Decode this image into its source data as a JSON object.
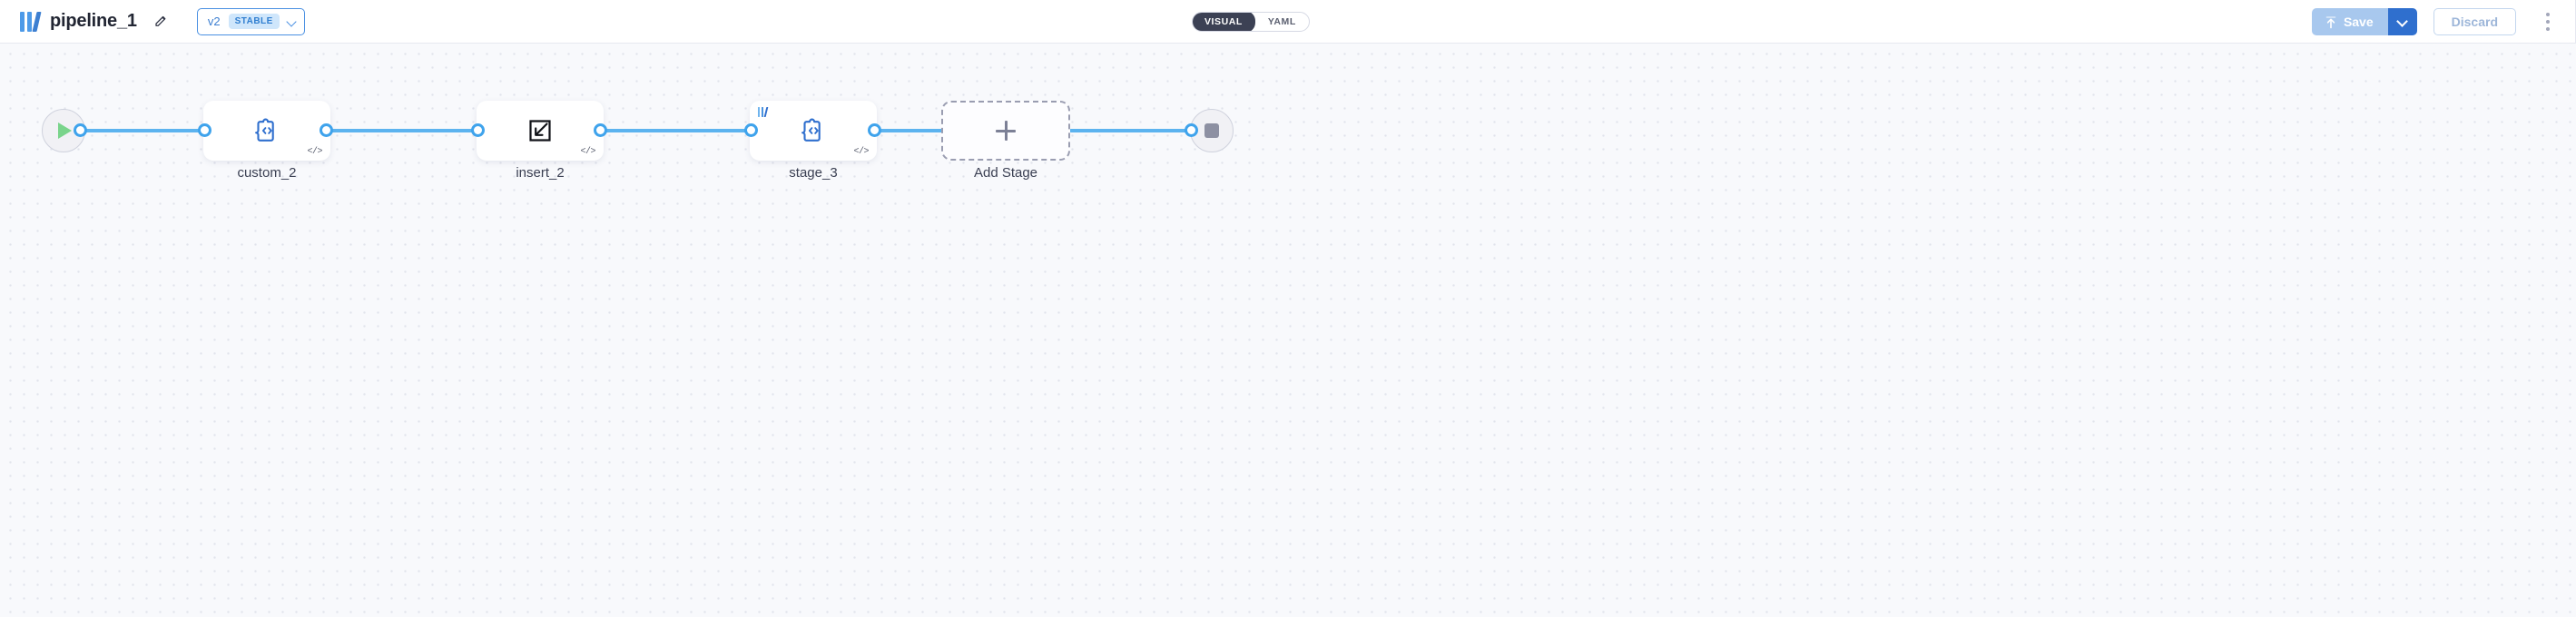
{
  "header": {
    "logo_icon": "pipeline-bars-logo",
    "title": "pipeline_1",
    "edit_icon": "pencil-icon",
    "version": {
      "number": "v2",
      "badge": "STABLE",
      "chevron_icon": "chevron-down-icon"
    },
    "view_toggle": {
      "options": [
        {
          "label": "VISUAL",
          "active": true
        },
        {
          "label": "YAML",
          "active": false
        }
      ]
    },
    "actions": {
      "save_label": "Save",
      "save_icon": "upload-arrow-icon",
      "save_caret_icon": "chevron-down-icon",
      "discard_label": "Discard",
      "overflow_icon": "kebab-menu-icon"
    }
  },
  "canvas": {
    "start_node": {
      "name": "start",
      "icon": "play-icon"
    },
    "end_node": {
      "name": "end",
      "icon": "stop-square-icon"
    },
    "stages": [
      {
        "label": "custom_2",
        "icon": "puzzle-code-icon",
        "badge": "</>",
        "has_logo": false
      },
      {
        "label": "insert_2",
        "icon": "insert-arrow-square-icon",
        "badge": "</>",
        "has_logo": false
      },
      {
        "label": "stage_3",
        "icon": "puzzle-code-icon",
        "badge": "</>",
        "has_logo": true
      }
    ],
    "add_stage": {
      "label": "Add Stage",
      "icon": "plus-icon"
    }
  },
  "colors": {
    "accent_blue": "#3fa3ec",
    "edge_blue": "#5cb3ef",
    "brand_blue": "#2f6fce",
    "save_disabled": "#a8c8ee",
    "canvas_bg": "#f8f9fc",
    "toggle_active": "#3c4154",
    "start_green": "#79d48b"
  }
}
